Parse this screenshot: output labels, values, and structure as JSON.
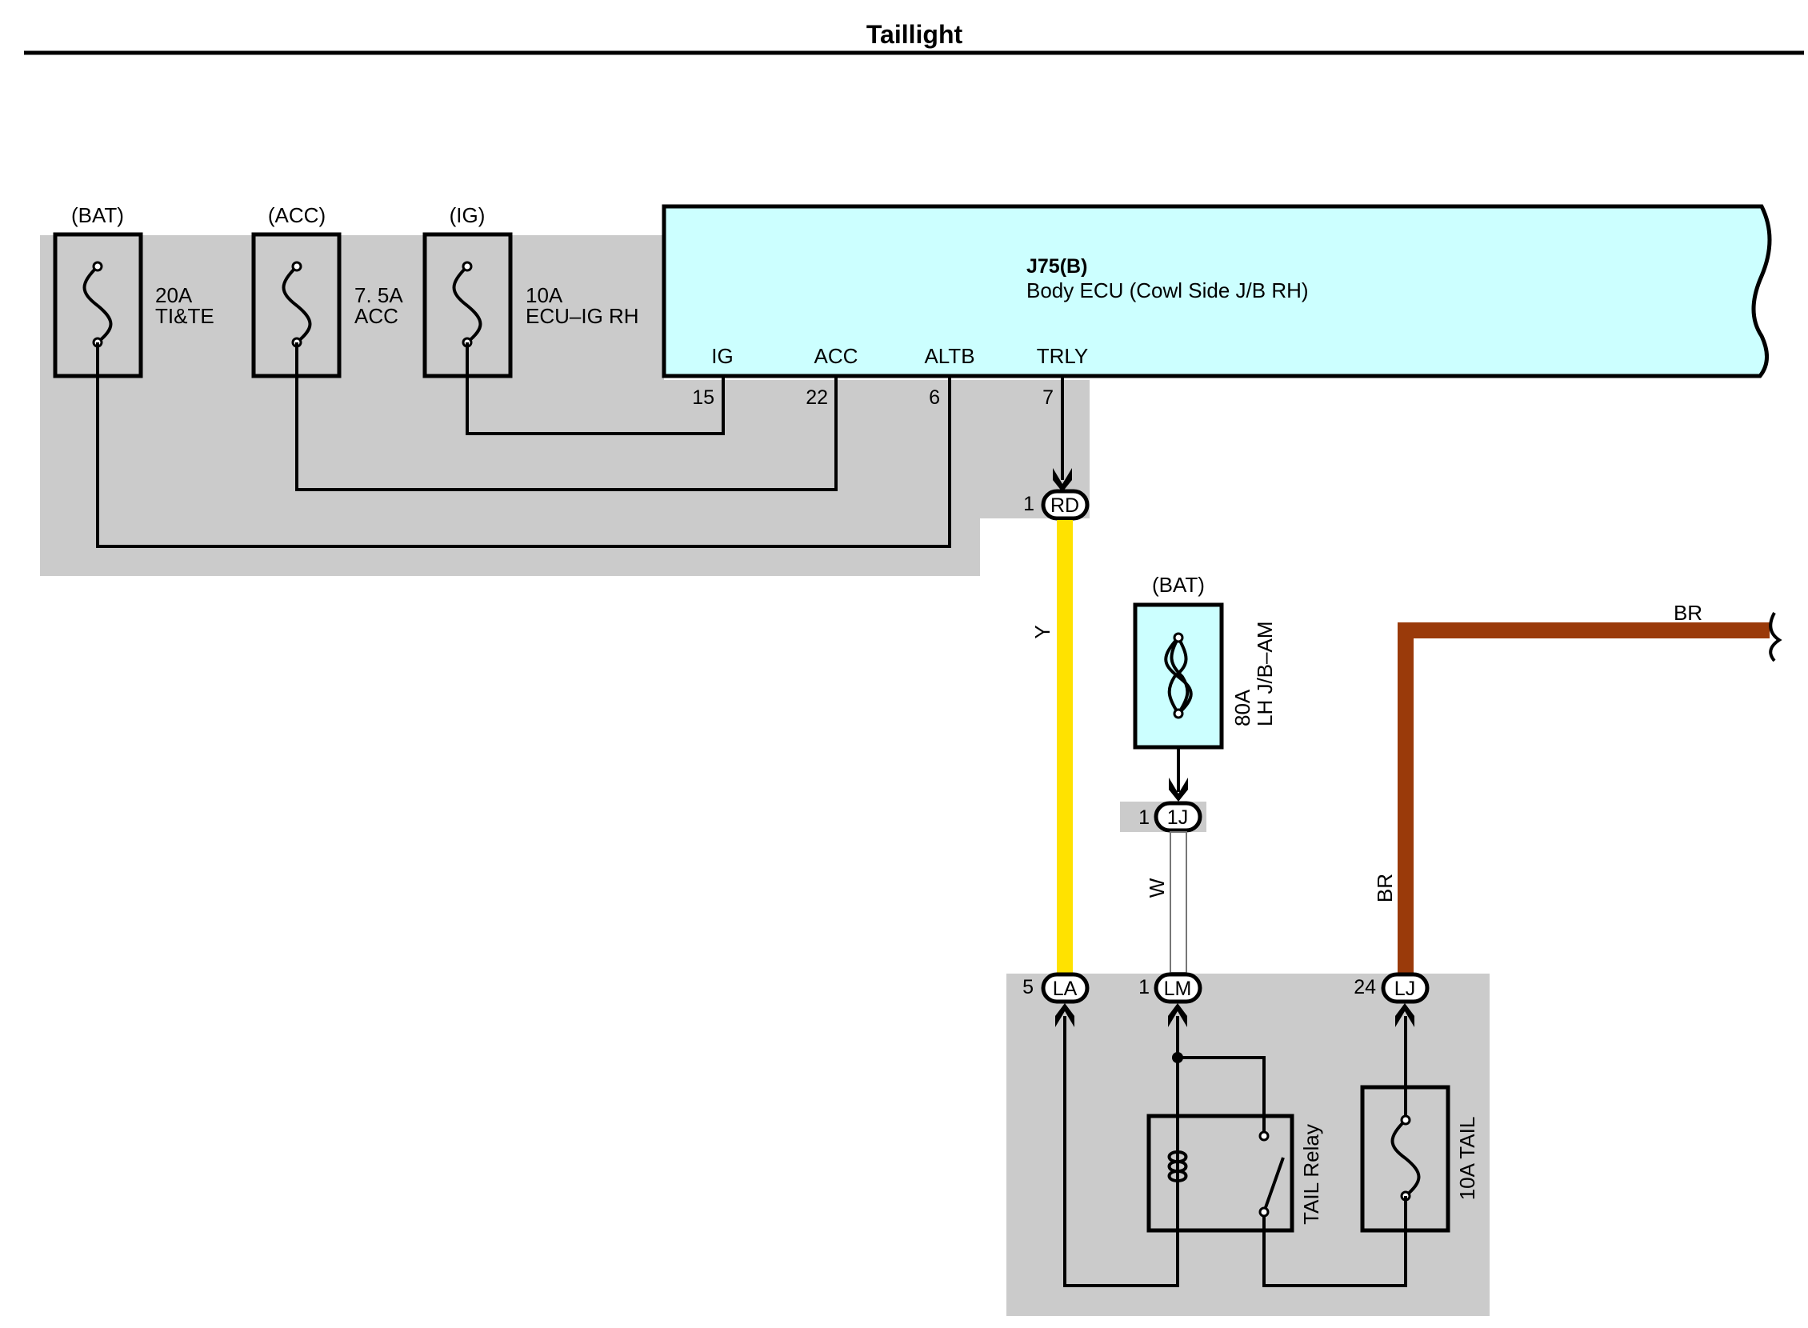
{
  "title": "Taillight",
  "ecu": {
    "id": "J75(B)",
    "name": "Body ECU (Cowl Side J/B RH)",
    "terminals": [
      {
        "label": "IG",
        "pin": "15"
      },
      {
        "label": "ACC",
        "pin": "22"
      },
      {
        "label": "ALTB",
        "pin": "6"
      },
      {
        "label": "TRLY",
        "pin": "7"
      }
    ]
  },
  "fuses": [
    {
      "source": "(BAT)",
      "rating": "20A",
      "name": "TI&TE"
    },
    {
      "source": "(ACC)",
      "rating": "7. 5A",
      "name": "ACC"
    },
    {
      "source": "(IG)",
      "rating": "10A",
      "name": "ECU–IG RH"
    }
  ],
  "main_fuse": {
    "source": "(BAT)",
    "rating": "80A",
    "name": "LH J/B–AM"
  },
  "connectors": {
    "rd": {
      "pin": "1",
      "code": "RD"
    },
    "j1": {
      "pin": "1",
      "code": "1J"
    },
    "la": {
      "pin": "5",
      "code": "LA"
    },
    "lm": {
      "pin": "1",
      "code": "LM"
    },
    "lj": {
      "pin": "24",
      "code": "LJ"
    }
  },
  "wires": {
    "yellow": {
      "label": "Y",
      "color": "#FFE200"
    },
    "white": {
      "label": "W",
      "color": "#FFFFFF"
    },
    "brown": {
      "label": "BR",
      "color": "#9A3A0A"
    },
    "brown_end": {
      "label": "BR"
    }
  },
  "relay": {
    "label": "TAIL Relay"
  },
  "tail_fuse": {
    "label": "10A TAIL"
  },
  "colors": {
    "ecu_fill": "#CCFFFF",
    "junction_block": "#CBCBCB"
  }
}
